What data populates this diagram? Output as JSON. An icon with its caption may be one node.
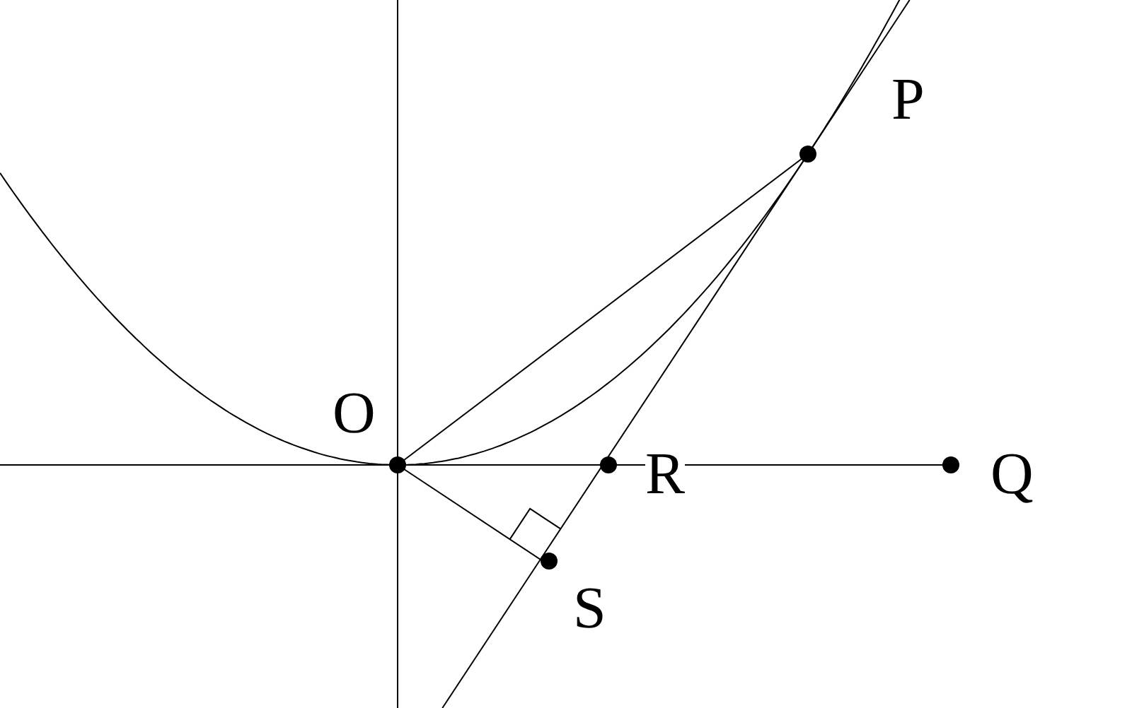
{
  "diagram": {
    "labels": [
      "P",
      "O",
      "R",
      "Q",
      "S"
    ]
  }
}
